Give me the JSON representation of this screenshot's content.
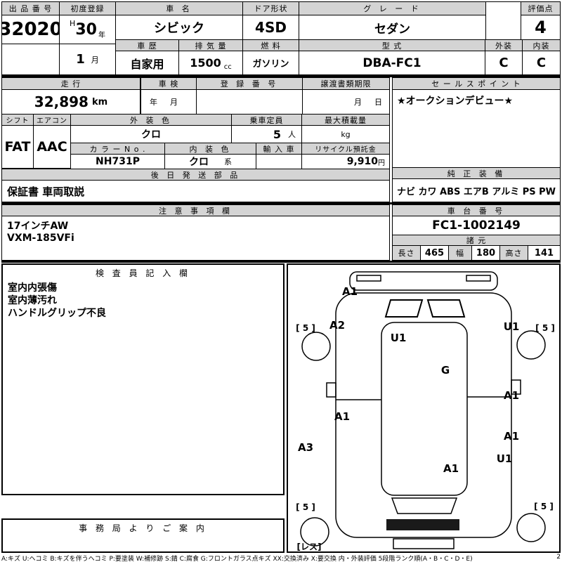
{
  "colors": {
    "header_bg": "#d4d4d4",
    "border": "#000000",
    "text": "#000000"
  },
  "lot": {
    "label": "出 品 番 号",
    "value": "32020"
  },
  "first_reg": {
    "label": "初度登録",
    "era": "H",
    "year": "30",
    "year_suffix": "年",
    "month": "1",
    "month_suffix": "月"
  },
  "car_name": {
    "label": "車 名",
    "value": "シビック"
  },
  "door_shape": {
    "label": "ドア形状",
    "value": "4SD"
  },
  "grade": {
    "label": "グ レ ー ド",
    "value": "セダン"
  },
  "score": {
    "label": "評価点",
    "value": "4"
  },
  "exterior": {
    "label": "外装",
    "value": "C"
  },
  "interior": {
    "label": "内装",
    "value": "C"
  },
  "history": {
    "label": "車 歴",
    "value": "自家用"
  },
  "displacement": {
    "label": "排 気 量",
    "value": "1500",
    "unit": "cc"
  },
  "fuel": {
    "label": "燃 料",
    "value": "ガソリン"
  },
  "model_code": {
    "label": "型 式",
    "value": "DBA-FC1"
  },
  "mileage": {
    "label": "走 行",
    "value": "32,898",
    "unit": "km"
  },
  "shaken": {
    "label": "車 検",
    "year_label": "年",
    "month_label": "月"
  },
  "reg_no": {
    "label": "登 録 番 号",
    "value": ""
  },
  "transfer": {
    "label": "譲渡書類期限",
    "month_label": "月",
    "day_label": "日"
  },
  "sales_point": {
    "label": "セ ー ル ス ポ イ ン ト",
    "value": "★オークションデビュー★"
  },
  "shift": {
    "label": "シフト",
    "value": "FAT"
  },
  "aircon": {
    "label": "エアコン",
    "value": "AAC"
  },
  "ext_color": {
    "label": "外 装 色",
    "value": "クロ"
  },
  "capacity": {
    "label": "乗車定員",
    "value": "5",
    "unit": "人"
  },
  "max_load": {
    "label": "最大積載量",
    "unit": "kg"
  },
  "color_no": {
    "label": "カ ラ ー N o .",
    "value": "NH731P"
  },
  "int_color": {
    "label": "内 装 色",
    "value": "クロ",
    "suffix": "系"
  },
  "import_car": {
    "label": "輸 入 車",
    "value": ""
  },
  "recycle": {
    "label": "リサイクル預託金",
    "value": "9,910",
    "unit": "円"
  },
  "later_parts": {
    "label": "後 日 発 送 部 品",
    "value": "保証書 車両取説"
  },
  "equipment": {
    "label": "純 正 装 備",
    "value": "ナビ カワ ABS エアB アルミ PS PW"
  },
  "notes": {
    "label": "注 意 事 項 欄",
    "lines": [
      "17インチAW",
      "VXM-185VFi"
    ]
  },
  "chassis_no": {
    "label": "車 台 番 号",
    "value": "FC1-1002149"
  },
  "dimensions": {
    "label": "諸 元",
    "length_label": "長さ",
    "length": "465",
    "width_label": "幅",
    "width": "180",
    "height_label": "高さ",
    "height": "141"
  },
  "inspector": {
    "label": "検 査 員 記 入 欄",
    "lines": [
      "室内内張傷",
      "室内薄汚れ",
      "ハンドルグリップ不良"
    ]
  },
  "office": {
    "label": "事 務 局 よ り ご 案 内"
  },
  "diagram": {
    "labels": [
      "A1",
      "[ 5 ]",
      "A2",
      "U1",
      "U1",
      "[ 5 ]",
      "G",
      "A1",
      "A1",
      "A3",
      "A1",
      "U1",
      "A1",
      "[ 5 ]",
      "[ 5 ]",
      "[レス]"
    ]
  },
  "legend": {
    "text": "A:キズ U:ヘコミ B:キズを伴うヘコミ P:要塗装 W:補修跡 S:錆 C:腐食 G:フロントガラス点キズ XX:交換済み X:要交換  内・外装評価 5段階ランク順(A・B・C・D・E)",
    "rank": "2"
  }
}
